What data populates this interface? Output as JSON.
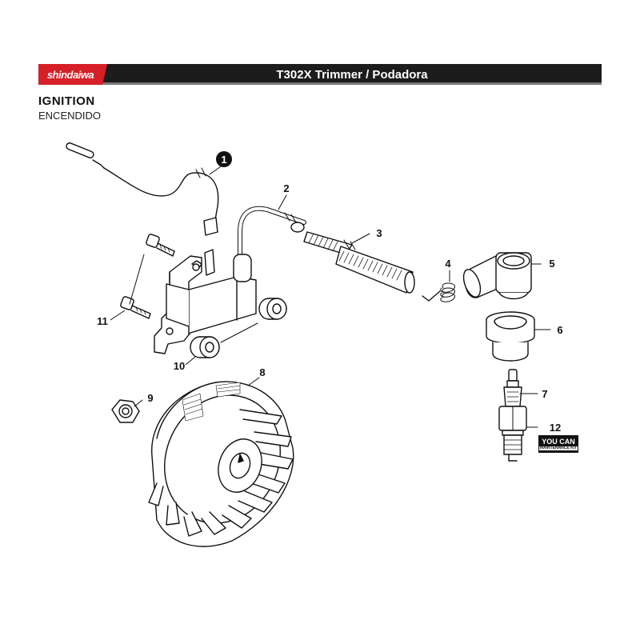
{
  "header": {
    "brand": "shindaiwa",
    "title": "T302X Trimmer / Podadora",
    "brand_color": "#d52027",
    "bar_color": "#1c1c1c"
  },
  "section": {
    "title": "IGNITION",
    "subtitle": "ENCENDIDO"
  },
  "callouts": [
    {
      "id": "callout-1",
      "label": "1"
    },
    {
      "id": "callout-2",
      "label": "2"
    },
    {
      "id": "callout-3",
      "label": "3"
    },
    {
      "id": "callout-4",
      "label": "4"
    },
    {
      "id": "callout-5",
      "label": "5"
    },
    {
      "id": "callout-6",
      "label": "6"
    },
    {
      "id": "callout-7",
      "label": "7"
    },
    {
      "id": "callout-8",
      "label": "8"
    },
    {
      "id": "callout-9",
      "label": "9"
    },
    {
      "id": "callout-10",
      "label": "10"
    },
    {
      "id": "callout-11",
      "label": "11"
    },
    {
      "id": "callout-12",
      "label": "12"
    }
  ],
  "kit_badge": {
    "top": "YOU CAN",
    "bottom": "MAINTENANCE KIT"
  }
}
